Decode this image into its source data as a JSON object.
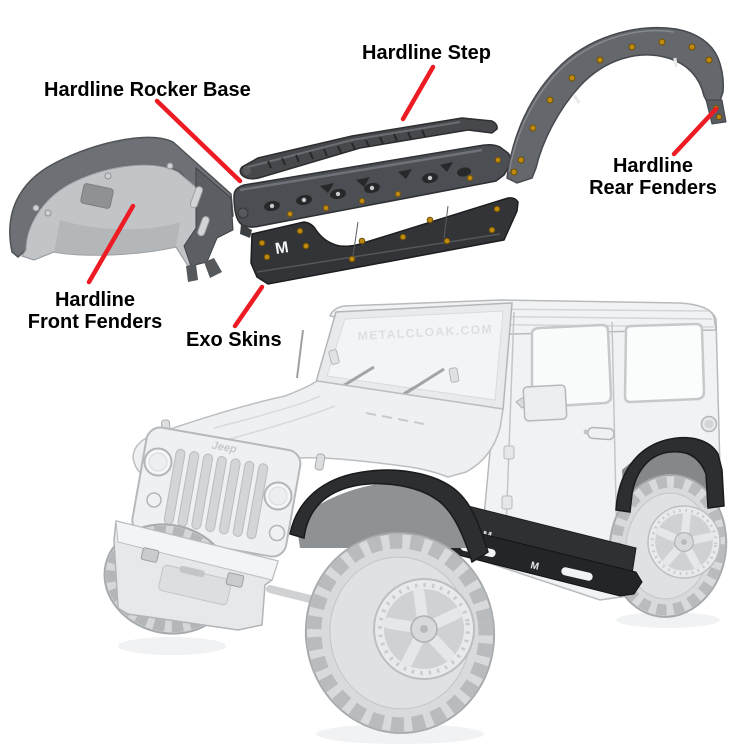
{
  "diagram": {
    "background": "#ffffff",
    "callout": {
      "color": "#ed1c24",
      "line_width": 4.5
    },
    "labels": {
      "step": "Hardline Step",
      "rocker_base": "Hardline Rocker Base",
      "rear_fenders": [
        "Hardline",
        "Rear Fenders"
      ],
      "front_fenders": [
        "Hardline",
        "Front Fenders"
      ],
      "exo_skins": "Exo Skins"
    },
    "vehicle": {
      "grille_badge": "Jeep",
      "windshield_emboss": "METALCLOAK.COM",
      "brand_mark": "M"
    },
    "palette": {
      "part_gray": "#64676b",
      "part_dark": "#323437",
      "accessory_black": "#2c2e30",
      "bolt_gold": "#bf8a10",
      "body_white": "#f1f2f3"
    }
  }
}
